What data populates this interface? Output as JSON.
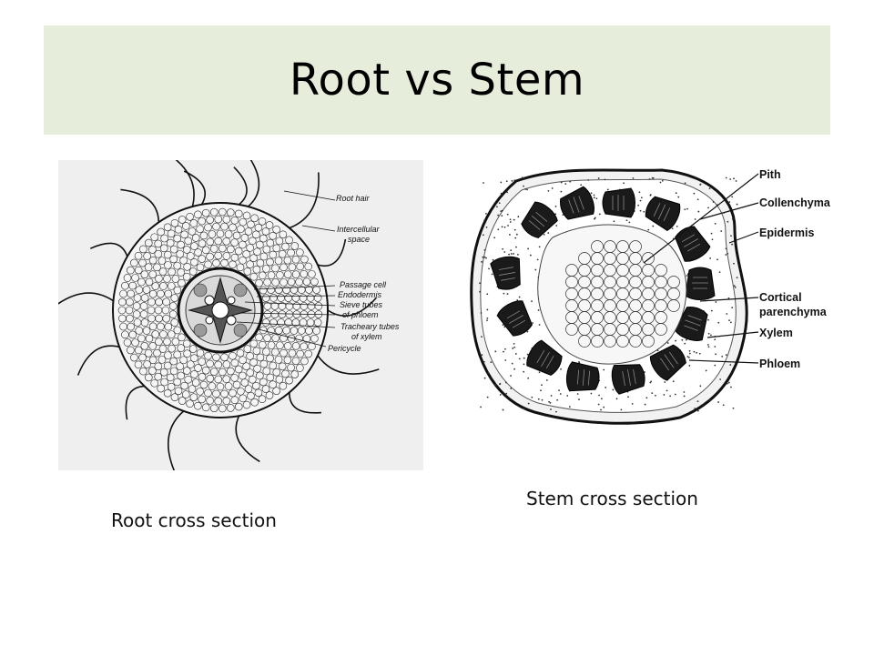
{
  "slide": {
    "title": "Root vs Stem",
    "colors": {
      "title_band": "#e6edda",
      "ink": "#111111",
      "paper": "#efefef"
    }
  },
  "root_figure": {
    "caption": "Root cross section",
    "labels": {
      "root_hair": "Root hair",
      "intercellular_1": "Intercellular",
      "intercellular_2": "space",
      "passage_cell": "Passage cell",
      "endodermis": "Endodermis",
      "sieve_1": "Sieve tubes",
      "sieve_2": "of phloem",
      "tracheary_1": "Tracheary tubes",
      "tracheary_2": "of xylem",
      "pericycle": "Pericycle"
    }
  },
  "stem_figure": {
    "caption": "Stem cross section",
    "labels": {
      "pith": "Pith",
      "collenchyma": "Collenchyma",
      "epidermis": "Epidermis",
      "cortical_1": "Cortical",
      "cortical_2": "parenchyma",
      "xylem": "Xylem",
      "phloem": "Phloem"
    }
  }
}
